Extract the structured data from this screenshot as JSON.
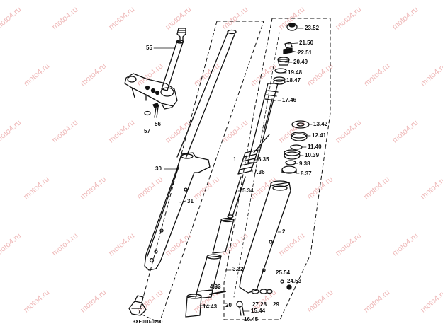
{
  "diagram": {
    "code": "3XF010-0250",
    "watermark": "moto4.ru",
    "part_labels": {
      "p55": "55",
      "p56": "56",
      "p57": "57",
      "p30": "30",
      "p31": "31",
      "p23_52": "23.52",
      "p21_50": "21.50",
      "p22_51": "22.51",
      "p20_49": "20.49",
      "p19_48": "19.48",
      "p18_47": "18.47",
      "p17_46": "17.46",
      "p13_42": "13.42",
      "p12_41": "12.41",
      "p11_40": "11.40",
      "p10_39": "10.39",
      "p9_38": "9.38",
      "p8_37": "8.37",
      "p6_35": "6.35",
      "p1": "1",
      "p7_36": "7.36",
      "p5_34": "5.34",
      "p2": "2",
      "p3_32": "3.32",
      "p4_33": "4.33",
      "p14_43": "14.43",
      "p20": "20",
      "p15_44": "15.44",
      "p16_45": "16.45",
      "p27_28": "27.28",
      "p29": "29",
      "p25_54": "25.54",
      "p24_53": "24.53"
    }
  }
}
